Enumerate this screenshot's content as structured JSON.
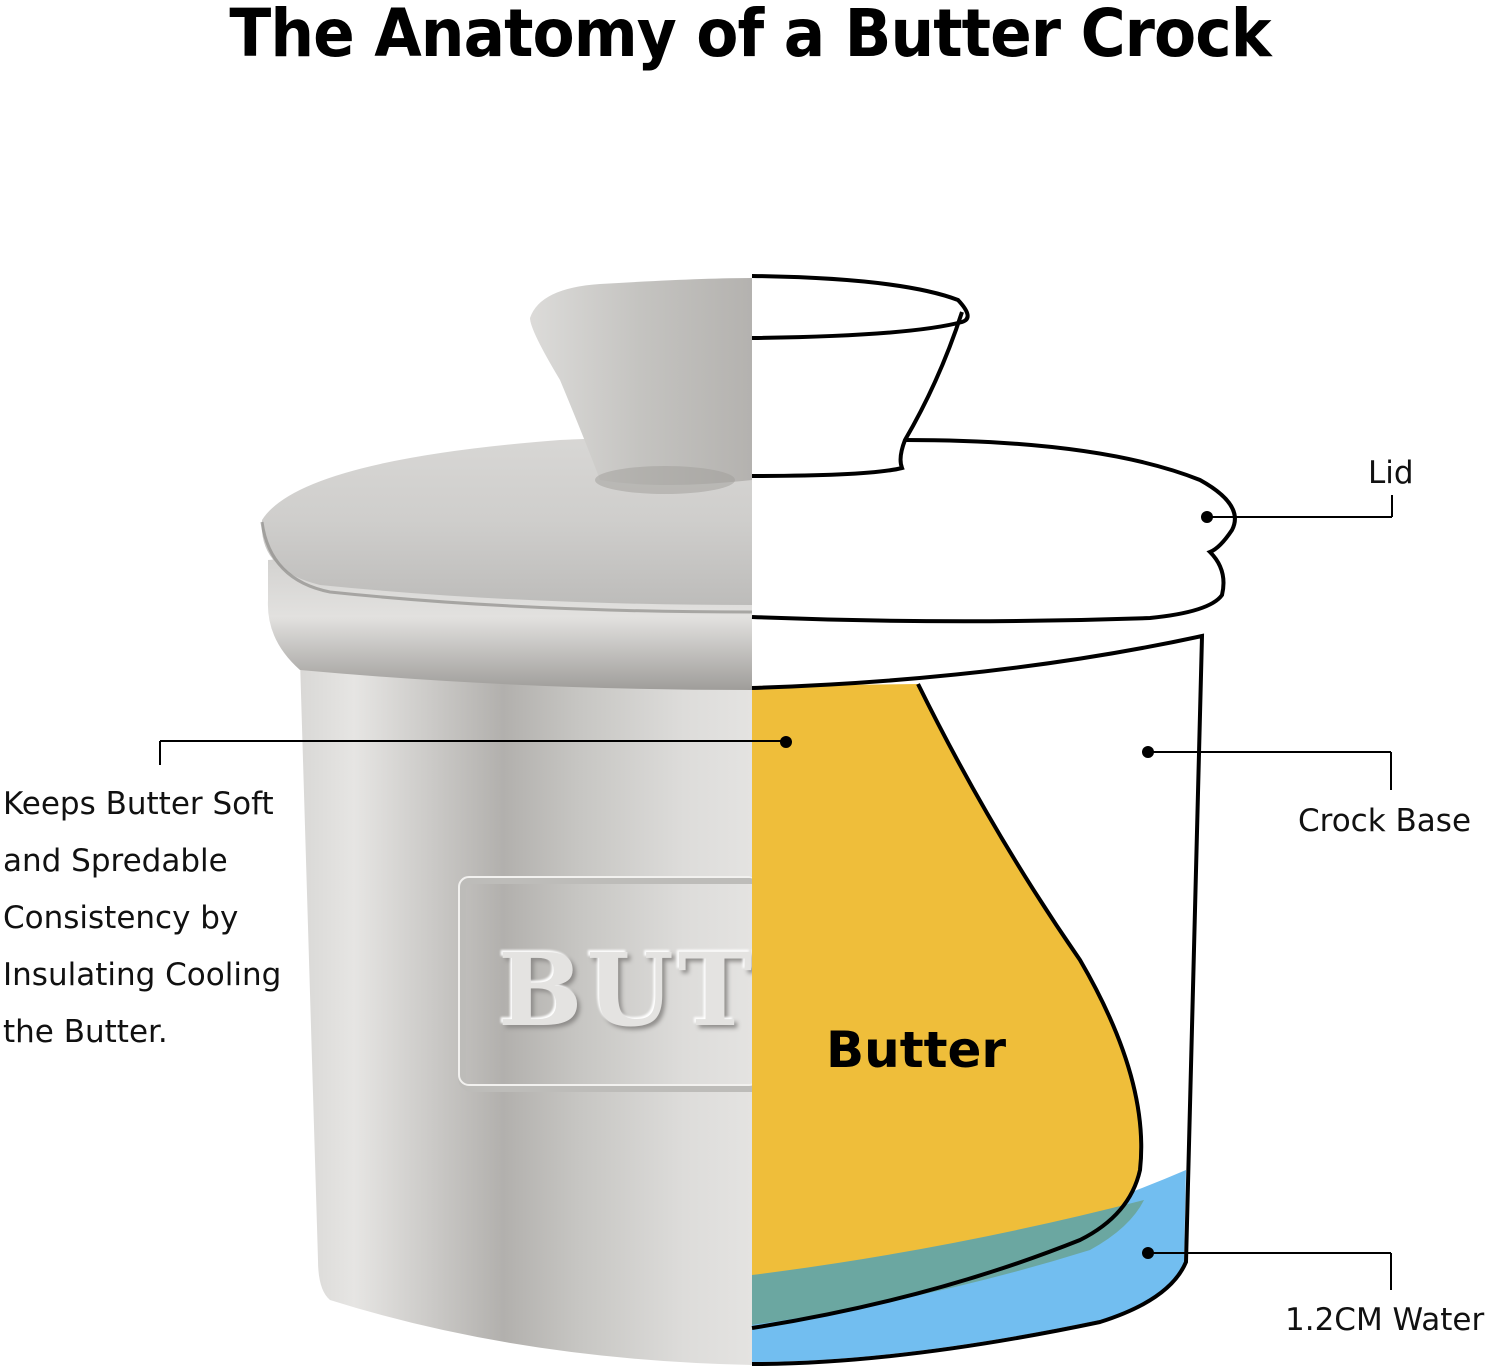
{
  "title": "The Anatomy of a Butter Crock",
  "description": {
    "lines": [
      "Keeps Butter Soft",
      "and Spredable",
      "Consistency by",
      "Insulating Cooling",
      "the Butter."
    ]
  },
  "callouts": {
    "lid": "Lid",
    "crock_base": "Crock Base",
    "water": "1.2CM Water"
  },
  "diagram": {
    "butter_label": "Butter",
    "embossed_text": "BUTT",
    "colors": {
      "butter": "#EFBE3A",
      "water": "#72BEF0",
      "butter_water_overlap": "#6BA7A1",
      "ceramic_light": "#E3E2E0",
      "ceramic_shadow": "#A8A6A3",
      "outline": "#000000"
    }
  }
}
